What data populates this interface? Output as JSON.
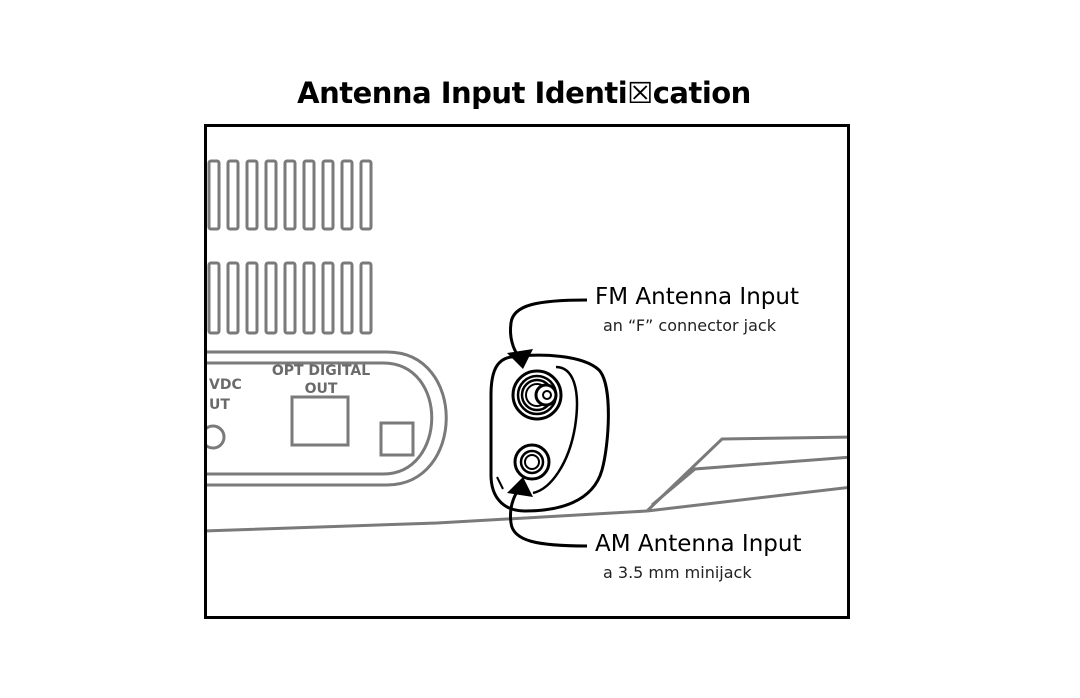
{
  "title": "Antenna Input Identi☒cation",
  "callouts": {
    "fm": {
      "title": "FM Antenna Input",
      "subtitle": "an “F” connector jack"
    },
    "am": {
      "title": "AM Antenna Input",
      "subtitle": "a 3.5 mm minijack"
    }
  },
  "panel_labels": {
    "opt_digital_line1": "OPT DIGITAL",
    "opt_digital_line2": "OUT",
    "vdc_line1": "VDC",
    "vdc_line2": "UT"
  },
  "colors": {
    "outline": "#000000",
    "device_line": "#7a7a7a",
    "label_gray": "#6a6a6a"
  }
}
